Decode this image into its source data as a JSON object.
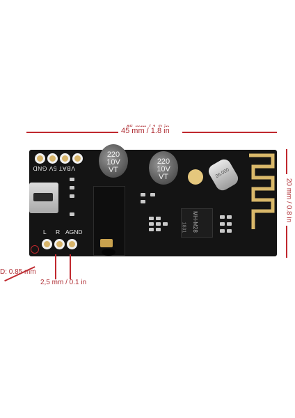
{
  "dimensions": {
    "width_label": "45 mm / 1.8 in",
    "height_label": "20 mm / 0.8 in",
    "hole_label": "D: 0.85 mm",
    "pitch_label": "2,5 mm / 0.1 in"
  },
  "board": {
    "top_header_labels": "VBAT 5V GND",
    "bottom_header_labels": [
      "L",
      "R",
      "AGND"
    ],
    "capacitor_1": [
      "220",
      "10V",
      "VT"
    ],
    "capacitor_2": [
      "220",
      "10V",
      "VT"
    ],
    "crystal_label": "26.000",
    "chip_label": "MH-M28",
    "chip_sub": "1831"
  },
  "colors": {
    "dimension_line": "#c0282e",
    "board": "#141414",
    "pad_gold": "#d7b46a",
    "antenna_gold": "#d9b86a"
  }
}
